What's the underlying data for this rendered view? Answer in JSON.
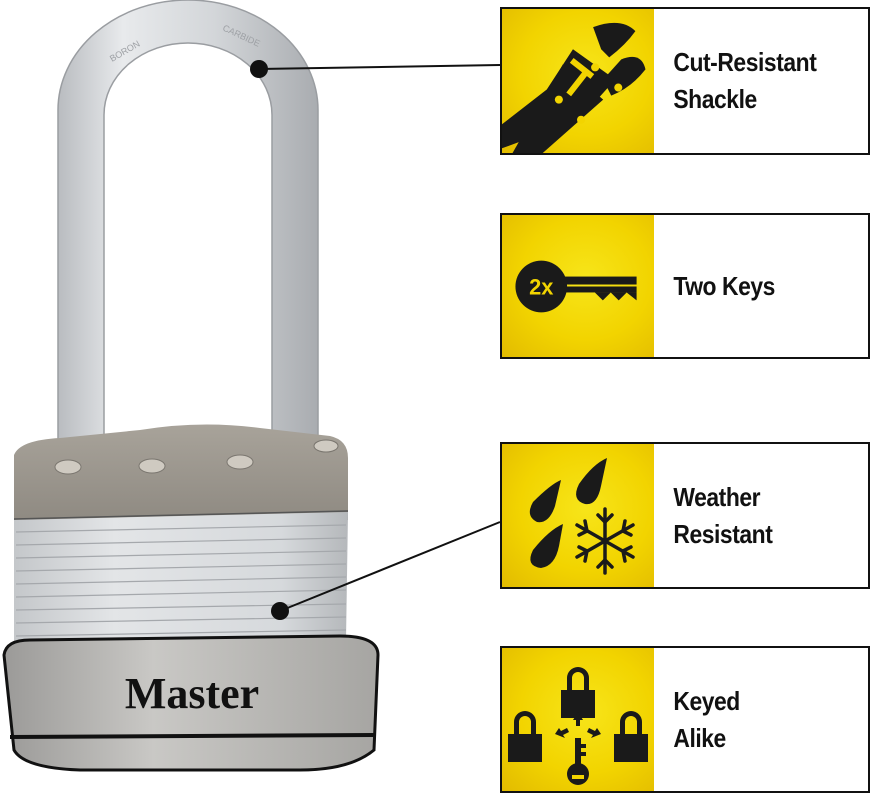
{
  "product": {
    "brand_text": "Master",
    "shackle_engraving_left": "BORON",
    "shackle_engraving_right": "CARBIDE"
  },
  "features": [
    {
      "label_line1": "Cut-Resistant",
      "label_line2": "Shackle",
      "icon": "bolt-cutter-icon"
    },
    {
      "label_line1": "Two Keys",
      "label_line2": "",
      "icon": "two-keys-icon",
      "icon_text": "2x"
    },
    {
      "label_line1": "Weather",
      "label_line2": "Resistant",
      "icon": "weather-icon"
    },
    {
      "label_line1": "Keyed",
      "label_line2": "Alike",
      "icon": "keyed-alike-icon"
    }
  ],
  "colors": {
    "accent_yellow": "#f2d400",
    "border": "#111111",
    "text": "#111111"
  }
}
